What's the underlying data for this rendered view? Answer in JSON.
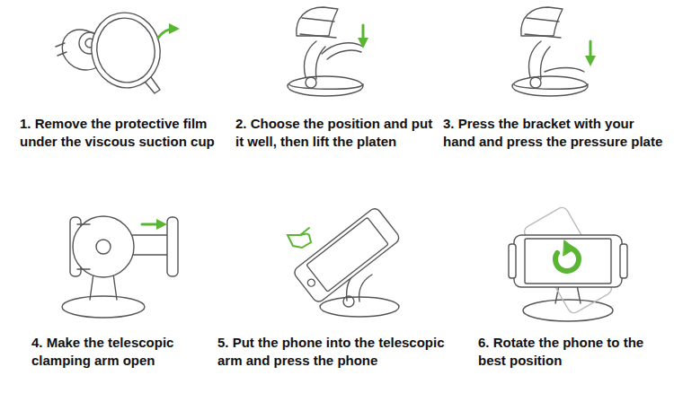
{
  "diagram": {
    "labels": [
      "1. Remove the protective film under the viscous suction cup",
      "2. Choose the position and put it well, then lift the platen",
      "3. Press the bracket with your hand and press the pressure plate",
      "4. Make the telescopic clamping arm open",
      "5. Put the phone into the telescopic arm and press the phone",
      "6. Rotate the phone to the best position"
    ]
  }
}
